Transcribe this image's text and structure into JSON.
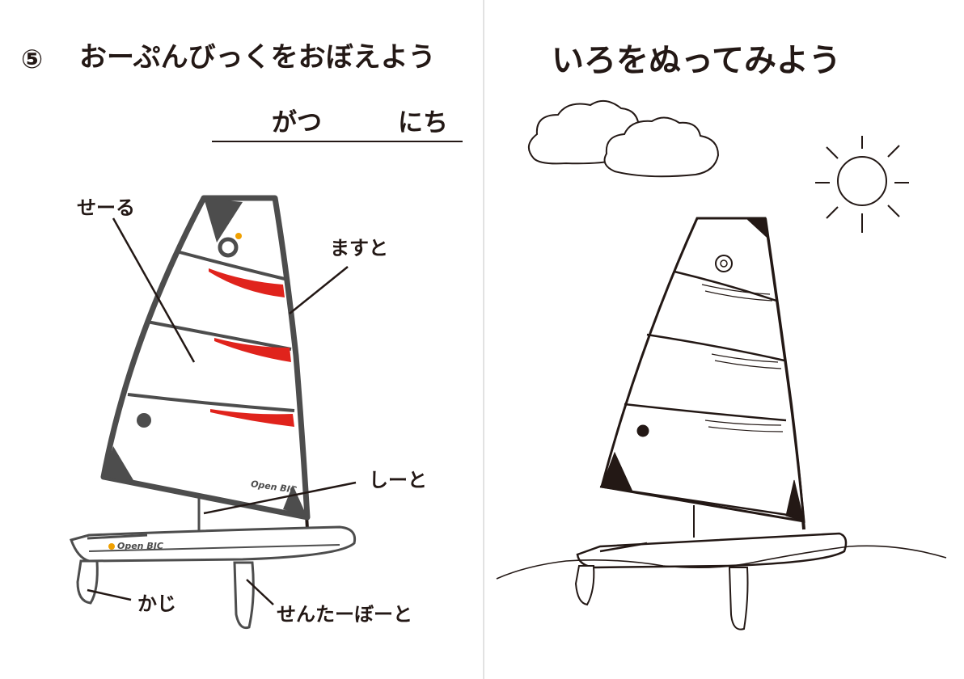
{
  "left_page": {
    "number": "⑤",
    "title": "おーぷんびっくをおぼえよう",
    "date_month": "がつ",
    "date_day": "にち",
    "labels": {
      "sail": "せーる",
      "mast": "ますと",
      "sheet": "しーと",
      "rudder": "かじ",
      "centerboard": "せんたーぼーと"
    },
    "sail_logo_text": "Open BIC",
    "hull_logo_text": "Open BIC"
  },
  "right_page": {
    "title": "いろをぬってみよう"
  },
  "colors": {
    "ink": "#231815",
    "sail_accent": "#e0231c",
    "logo_accent": "#f0a000",
    "divider": "#d9d9d9"
  }
}
